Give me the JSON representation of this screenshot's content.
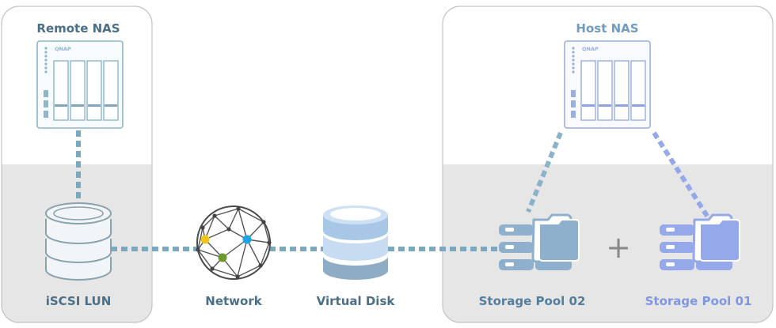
{
  "panels": {
    "remote_nas": {
      "title": "Remote NAS"
    },
    "host_nas": {
      "title": "Host NAS"
    }
  },
  "nodes": {
    "iscsi_lun": {
      "label": "iSCSI LUN"
    },
    "network": {
      "label": "Network"
    },
    "virtual_disk": {
      "label": "Virtual Disk"
    },
    "storage_pool_02": {
      "label": "Storage Pool 02"
    },
    "storage_pool_01": {
      "label": "Storage Pool 01"
    }
  },
  "brand": {
    "nas_logo_text": "QNAP"
  },
  "plus_symbol": "+",
  "icons": {
    "remote_nas": "nas-device-icon",
    "host_nas": "nas-device-icon",
    "iscsi_lun": "database-icon",
    "network": "network-sphere-icon",
    "virtual_disk": "virtual-disk-icon",
    "storage_pool_02": "storage-pool-icon",
    "storage_pool_01": "storage-pool-icon"
  },
  "colors": {
    "panel_border": "#c4c4c4",
    "panel_bottom_fill": "#e6e6e6",
    "remote_accent": "#7fa6bd",
    "host_accent": "#8fb0d2",
    "pool02": "#8fb0cc",
    "pool01": "#94a8ea",
    "virtual_disk": "#aac8e6",
    "connector": "#7aa8bf"
  }
}
